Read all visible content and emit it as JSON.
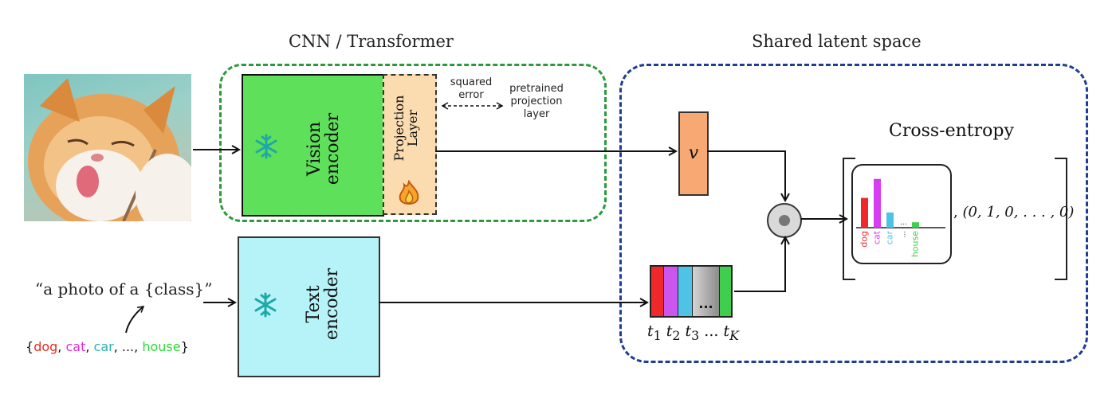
{
  "sections": {
    "left_title": "CNN / Transformer",
    "right_title": "Shared latent space"
  },
  "vision": {
    "encoder_label": "Vision\nencoder",
    "projection_label": "Projection\nLayer",
    "squared_error_label": "squared\nerror",
    "pretrained_label": "pretrained\nprojection\nlayer",
    "frozen_icon": "snowflake-icon",
    "trainable_icon": "flame-icon"
  },
  "text": {
    "encoder_label": "Text\nencoder",
    "frozen_icon": "snowflake-icon",
    "prompt": "“a photo of a {class}”",
    "classes": [
      {
        "label": "dog",
        "color": "#e8291c"
      },
      {
        "label": "cat",
        "color": "#e52be0"
      },
      {
        "label": "car",
        "color": "#26b3bb"
      },
      {
        "label": "...",
        "color": "#222222"
      },
      {
        "label": "house",
        "color": "#2ddb36"
      }
    ]
  },
  "latent": {
    "v_label": "v",
    "cross_entropy_label": "Cross-entropy",
    "target_vector": "(0, 1, 0, . . . , 0)",
    "embedding_cells": [
      {
        "color": "#f0282c"
      },
      {
        "color": "#cc55ee"
      },
      {
        "color": "#4fc3e5"
      },
      {
        "color": "#a8a8a8",
        "label": "..."
      },
      {
        "color": "#3fce4e"
      }
    ],
    "embedding_labels": {
      "t1": "1",
      "t2": "2",
      "t3": "3",
      "dots": "...",
      "tk": "K"
    }
  },
  "chart_data": {
    "type": "bar",
    "categories": [
      "dog",
      "cat",
      "car",
      "...",
      "house"
    ],
    "values": [
      0.55,
      0.9,
      0.28,
      0.1,
      0.1
    ],
    "colors": [
      "#f0282c",
      "#d63cf0",
      "#4fc3e5",
      "#ffffff",
      "#3fce4e"
    ]
  },
  "colors": {
    "vision_encoder": "#5fe05a",
    "projection_layer": "#fbdcb0",
    "text_encoder": "#b6f3f9",
    "v_box": "#f8a873",
    "green_border": "#2a9a3a",
    "blue_border": "#1f3c96"
  }
}
